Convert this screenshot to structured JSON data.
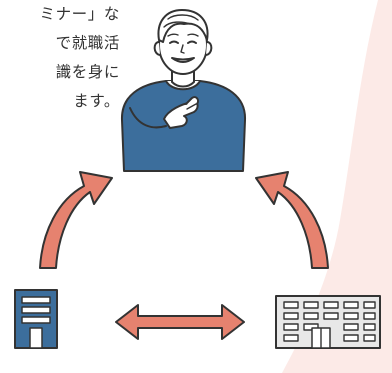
{
  "caption": {
    "lines": [
      "ミナー」な",
      "で就職活",
      "識を身に",
      "ます。"
    ]
  },
  "icons": {
    "person": "elderly-man-hand-on-chest-icon",
    "left_building": "small-office-building-icon",
    "right_building": "large-office-building-icon",
    "arrow_left": "curved-arrow-up-icon",
    "arrow_right": "curved-arrow-up-icon",
    "arrow_bottom": "double-headed-arrow-icon"
  },
  "colors": {
    "arrow_fill": "#E6826F",
    "outline": "#333333",
    "sweater": "#3C6E9C",
    "small_building": "#3C6E9C",
    "background_accent": "#FCEAE7"
  }
}
